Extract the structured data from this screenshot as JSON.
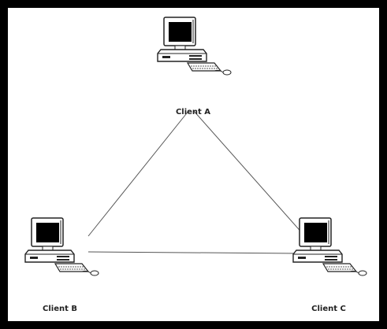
{
  "diagram": {
    "nodes": [
      {
        "id": "a",
        "label": "Client A"
      },
      {
        "id": "b",
        "label": "Client B"
      },
      {
        "id": "c",
        "label": "Client C"
      }
    ],
    "edges": [
      {
        "from": "a",
        "to": "b"
      },
      {
        "from": "a",
        "to": "c"
      },
      {
        "from": "b",
        "to": "c"
      }
    ],
    "colors": {
      "frame": "#000000",
      "background": "#ffffff",
      "line": "#555555",
      "screen": "#000000"
    },
    "icon": "desktop-computer-icon"
  }
}
